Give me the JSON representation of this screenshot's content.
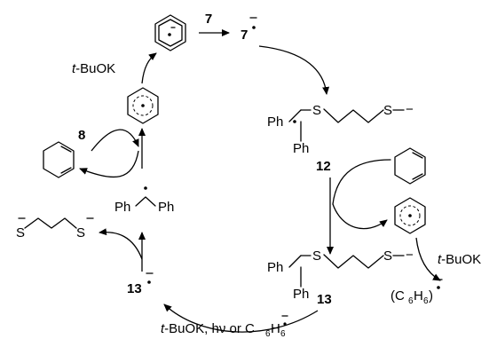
{
  "labels": {
    "c7_top": "7",
    "c7_top_target": "7",
    "c12": "12",
    "c13": "13",
    "c13_anion": "13",
    "c8": "8",
    "tbuok_top": "t-BuOK",
    "tbuok_right": "t-BuOK",
    "ph": "Ph",
    "s": "S",
    "minus": "−",
    "c6h6_left": "(C",
    "c6h6_mid": "H",
    "c6h6_right": ")",
    "sub6": "6",
    "bottom_a": "t-BuOK, hν or C",
    "bottom_b": "H",
    "dot": "•"
  }
}
